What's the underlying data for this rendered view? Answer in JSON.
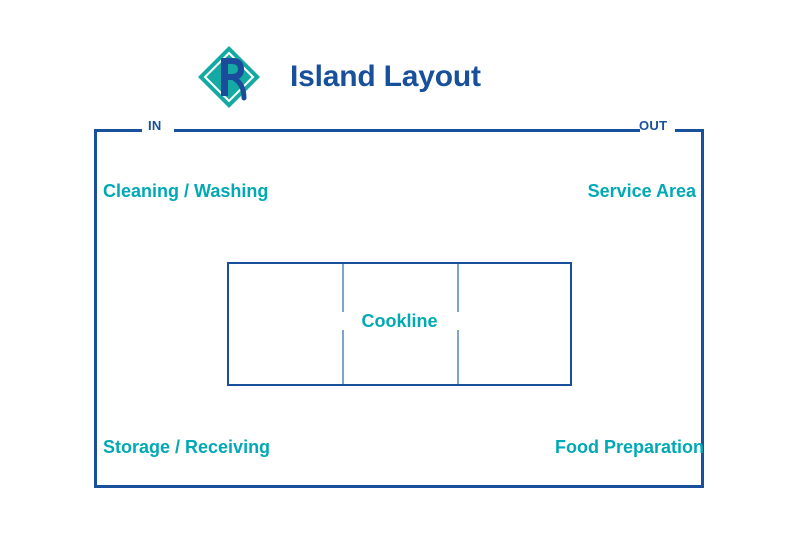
{
  "header": {
    "title": "Island Layout",
    "logo_icon": "diamond-r-logo-icon"
  },
  "colors": {
    "brand_blue": "#19509B",
    "brand_teal": "#00A9B4",
    "divider_blue": "#7FA3CC",
    "background": "#FFFFFF"
  },
  "plan": {
    "doors": {
      "in_label": "IN",
      "out_label": "OUT"
    },
    "zones": {
      "top_left": "Cleaning / Washing",
      "top_right": "Service Area",
      "bottom_left": "Storage / Receiving",
      "bottom_right": "Food Preparation"
    },
    "island": {
      "label": "Cookline",
      "columns": 3,
      "rows": 2
    }
  }
}
